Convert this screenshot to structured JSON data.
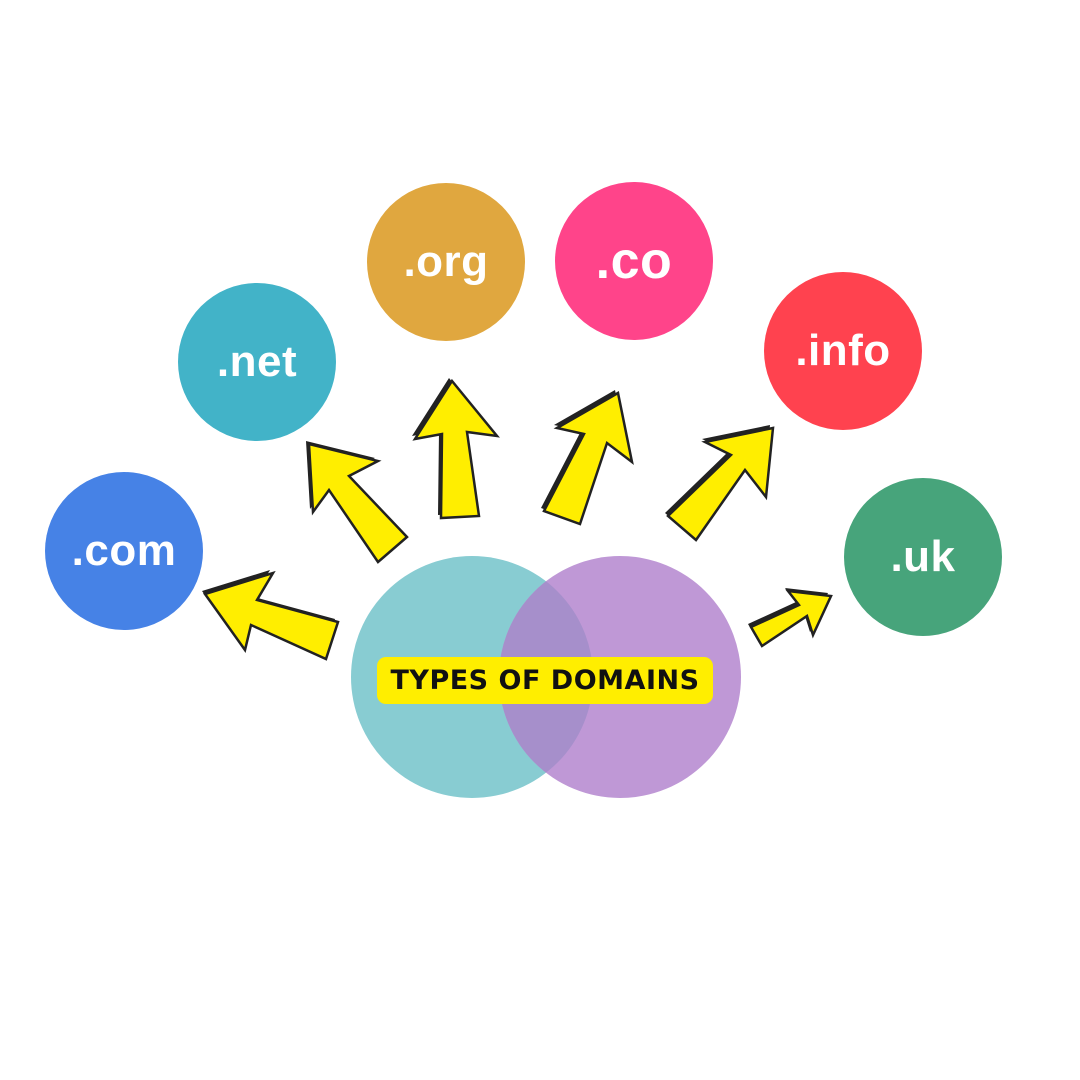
{
  "title": "TYPES OF DOMAINS",
  "colors": {
    "venn_left": "#88ccd2",
    "venn_right": "#bf98d6",
    "venn_overlap": "#a68fcb",
    "label_bg": "#ffee00",
    "arrow_fill": "#ffee00",
    "arrow_stroke": "#222222"
  },
  "domains": [
    {
      "id": "org",
      "label": ".org",
      "color": "#e0a73f"
    },
    {
      "id": "co",
      "label": ".co",
      "color": "#ff448a"
    },
    {
      "id": "net",
      "label": ".net",
      "color": "#42b3c8"
    },
    {
      "id": "info",
      "label": ".info",
      "color": "#ff424f"
    },
    {
      "id": "com",
      "label": ".com",
      "color": "#4682e6"
    },
    {
      "id": "uk",
      "label": ".uk",
      "color": "#47a47b"
    }
  ]
}
